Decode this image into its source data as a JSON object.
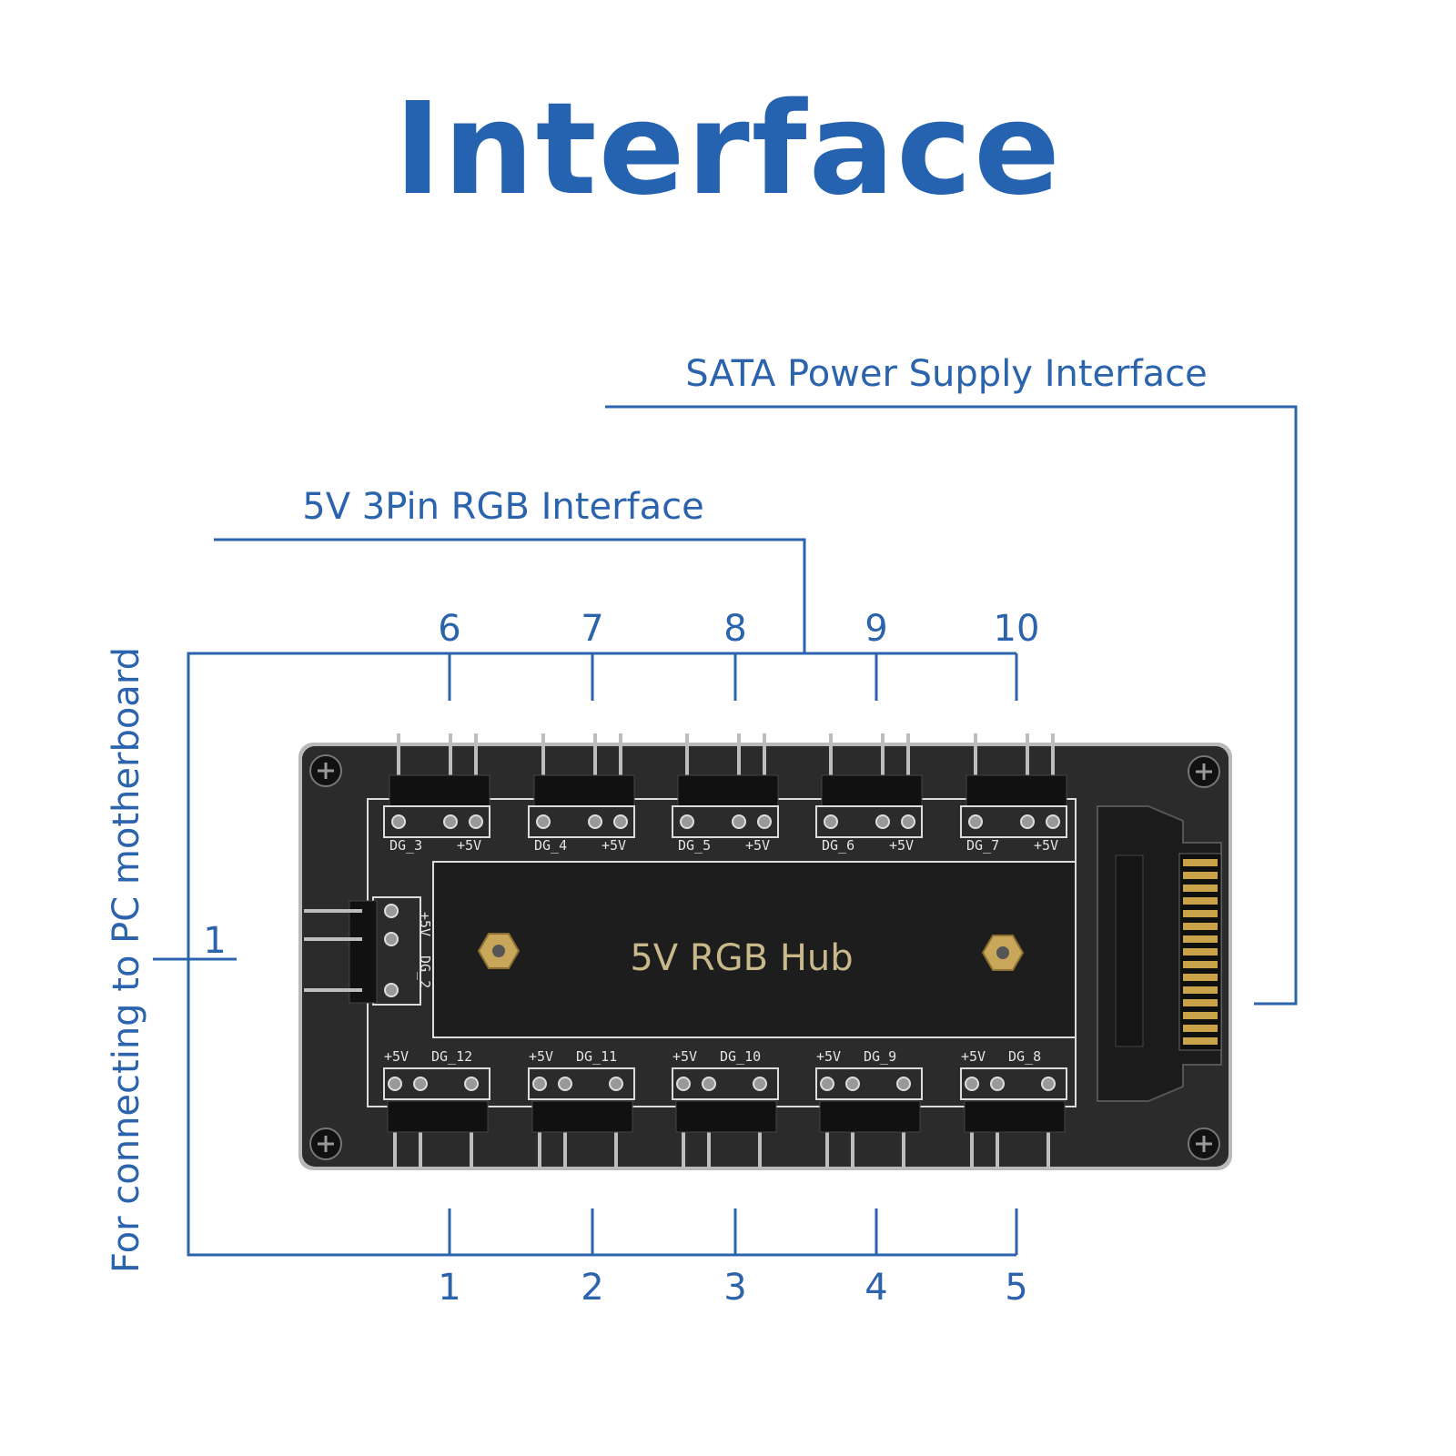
{
  "title": "Interface",
  "labels": {
    "sata": "SATA Power Supply Interface",
    "rgb": "5V 3Pin RGB Interface",
    "motherboard": "For connecting to PC motherboard",
    "input_number": "1"
  },
  "top_numbers": [
    "6",
    "7",
    "8",
    "9",
    "10"
  ],
  "bottom_numbers": [
    "1",
    "2",
    "3",
    "4",
    "5"
  ],
  "board": {
    "hub_text": "5V RGB Hub",
    "top_headers": [
      {
        "dg": "DG_3",
        "v": "+5V"
      },
      {
        "dg": "DG_4",
        "v": "+5V"
      },
      {
        "dg": "DG_5",
        "v": "+5V"
      },
      {
        "dg": "DG_6",
        "v": "+5V"
      },
      {
        "dg": "DG_7",
        "v": "+5V"
      }
    ],
    "bottom_headers": [
      {
        "v": "+5V",
        "dg": "DG_12"
      },
      {
        "v": "+5V",
        "dg": "DG_11"
      },
      {
        "v": "+5V",
        "dg": "DG_10"
      },
      {
        "v": "+5V",
        "dg": "DG_9"
      },
      {
        "v": "+5V",
        "dg": "DG_8"
      }
    ],
    "left_header": {
      "v": "+5V",
      "dg": "DG_2"
    }
  },
  "colors": {
    "accent": "#2563b0",
    "line": "#2b63ad",
    "board": "#2b2b2b",
    "hub_text": "#c9b98a"
  }
}
